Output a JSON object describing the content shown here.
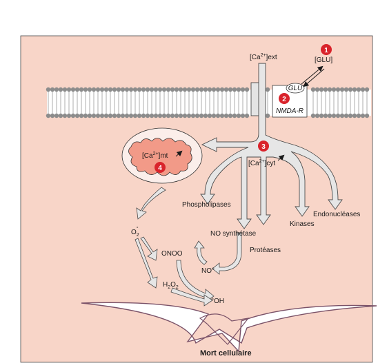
{
  "labels": {
    "ca_ext_pre": "[Ca",
    "ca_ext_sup": "2+",
    "ca_ext_post": "]ext",
    "glu_bracket": "[GLU]",
    "glu_receptor": "GLU",
    "nmda": "NMDA-R",
    "ca_cyt_pre": "[Ca",
    "ca_cyt_sup": "2+",
    "ca_cyt_post": "]cyt",
    "ca_mt_pre": "[Ca",
    "ca_mt_sup": "2+",
    "ca_mt_post": "]mt",
    "phospholipases": "Phospholipases",
    "no_synthetase": "NO synthétase",
    "proteases": "Protéases",
    "kinases": "Kinases",
    "endonucleases": "Endonucléases",
    "o2_main": "O",
    "o2_sub": "2",
    "o2_sup": "°",
    "onoo": "ONOO",
    "no_radical": "NO°",
    "h2o2_h": "H",
    "h2o2_sub1": "2",
    "h2o2_o": "O",
    "h2o2_sub2": "2",
    "oh_radical": "°OH",
    "outcome": "Mort cellulaire"
  },
  "step_markers": [
    "1",
    "2",
    "3",
    "4"
  ],
  "colors": {
    "cell": "#f8d5c8",
    "membrane_fill": "#ffffff",
    "membrane_head": "#8c8c8c",
    "marker": "#d9232b",
    "mito": "#f29a88",
    "arrow_fill": "#e6e6e6",
    "outcome_arrow": "#7a5268"
  }
}
